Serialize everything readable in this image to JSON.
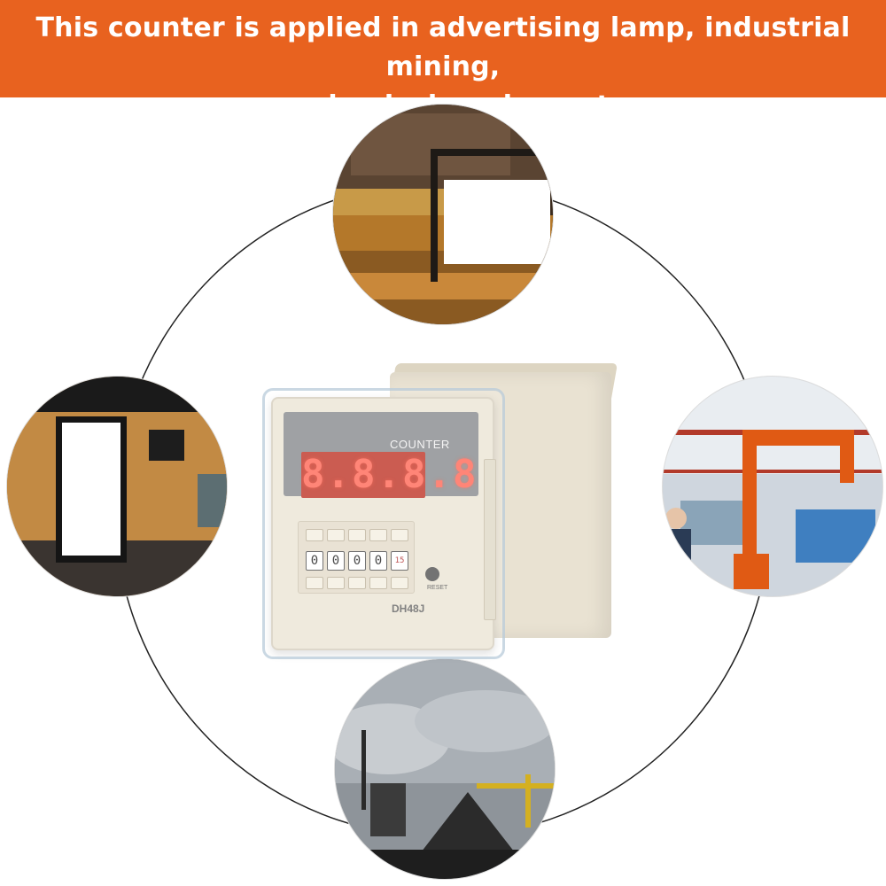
{
  "banner": {
    "line1": "This counter is applied in advertising lamp, industrial mining,",
    "line2": "mechanical equipment."
  },
  "device": {
    "brand_label": "COUNTER",
    "display_value": "8.8.8.8",
    "digits": [
      "0",
      "0",
      "0",
      "0",
      "15"
    ],
    "reset_label": "RESET",
    "model": "DH48J"
  },
  "scenes": [
    {
      "name": "advertising-lamp-street"
    },
    {
      "name": "subway-light-box"
    },
    {
      "name": "industrial-robot-factory"
    },
    {
      "name": "industrial-mining-plant"
    }
  ],
  "colors": {
    "banner": "#e8621f",
    "display": "#c0392b"
  }
}
